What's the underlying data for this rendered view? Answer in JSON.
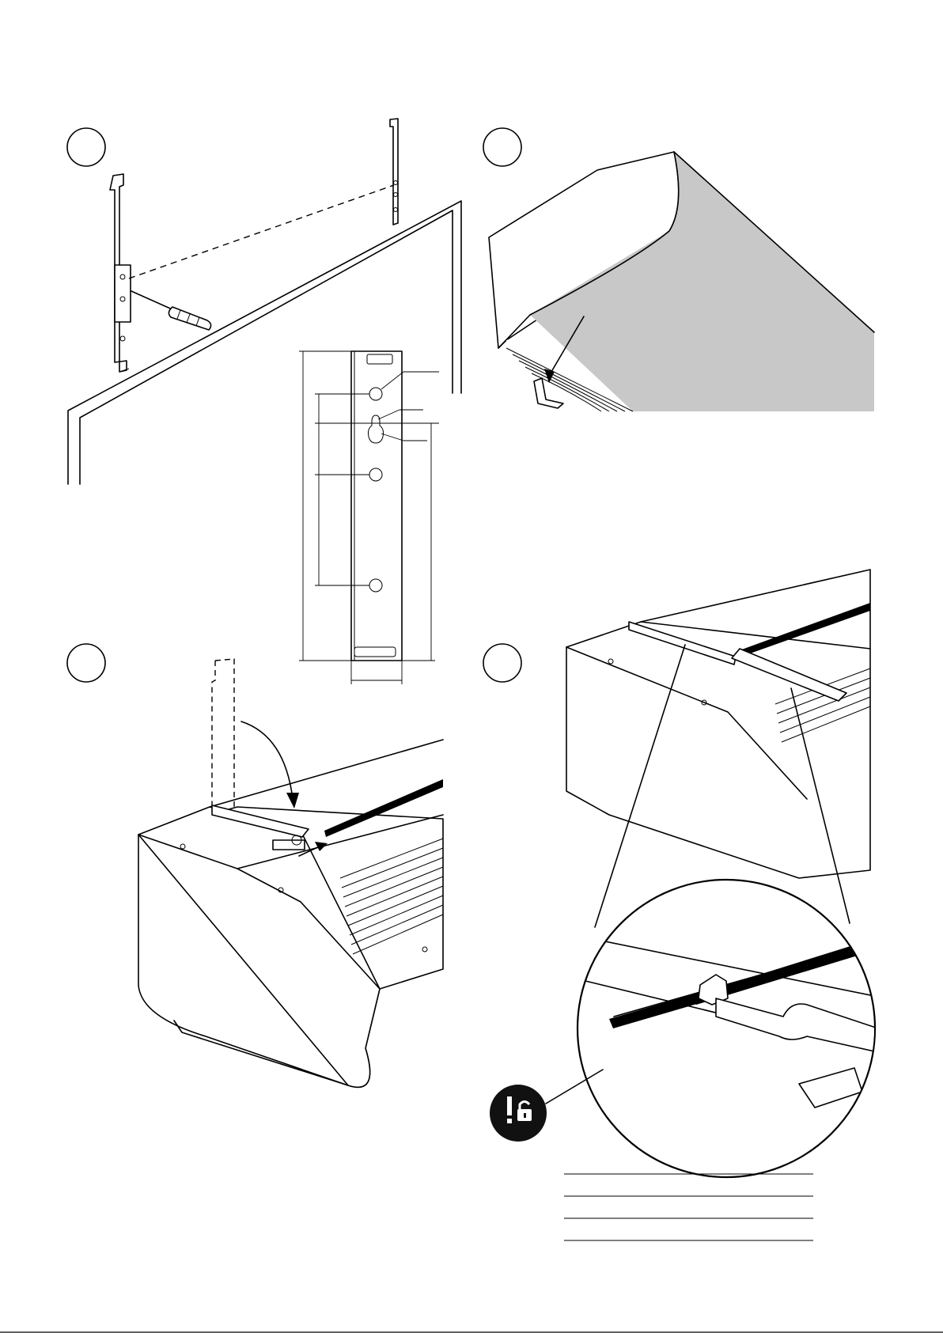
{
  "document": {
    "type": "installation instructions page",
    "steps": [
      {
        "id": 1,
        "number_label": "",
        "description_visible": false
      },
      {
        "id": 2,
        "number_label": "",
        "description_visible": false
      },
      {
        "id": 3,
        "number_label": "",
        "description_visible": false
      },
      {
        "id": 4,
        "number_label": "",
        "description_visible": false
      }
    ],
    "warning": {
      "icon": "exclamation-unlock-icon",
      "label": ""
    },
    "bracket_drawing": {
      "dimension_labels": []
    },
    "note_lines": 4,
    "page_number": ""
  },
  "colors": {
    "ink": "#000000",
    "paper": "#ffffff",
    "shade": "#c8c8c8",
    "badge": "#111111"
  }
}
